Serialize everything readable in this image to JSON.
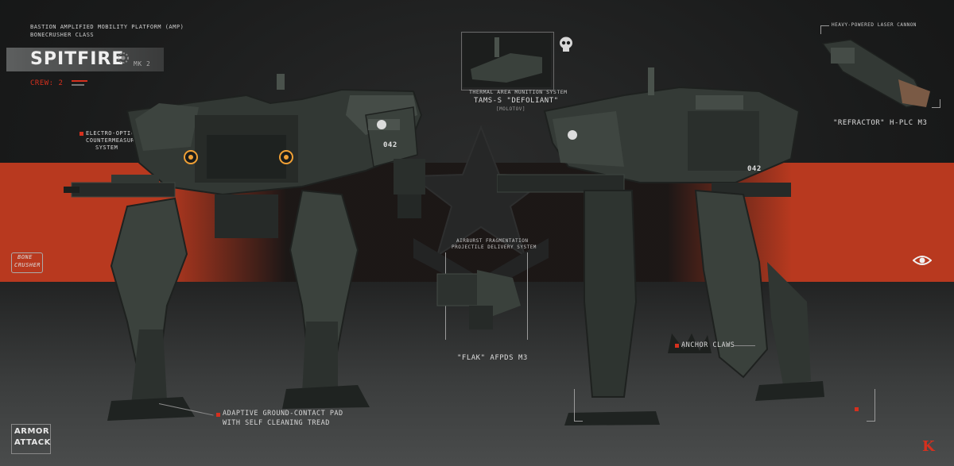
{
  "header": {
    "line1": "BASTION AMPLIFIED MOBILITY PLATFORM (AMP)",
    "line2": "BONECRUSHER CLASS",
    "title": "SPITFIRE",
    "mark": "MK 2",
    "crew_label": "CREW: 2"
  },
  "callouts": {
    "eo_line1": "ELECTRO-OPTICAL",
    "eo_line2": "COUNTERMEASURE",
    "eo_line3": "SYSTEM",
    "tams_caption": "THERMAL AREA MUNITION SYSTEM",
    "tams_name": "TAMS-S \"DEFOLIANT\"",
    "tams_sub": "[MOLOTOV]",
    "laser_caption": "HEAVY-POWERED LASER CANNON",
    "laser_name": "\"REFRACTOR\" H-PLC M3",
    "flak_caption1": "AIRBURST FRAGMENTATION",
    "flak_caption2": "PROJECTILE DELIVERY SYSTEM",
    "flak_name": "\"FLAK\" AFPDS M3",
    "anchor": "ANCHOR CLAWS",
    "pad_line1": "ADAPTIVE GROUND-CONTACT PAD",
    "pad_line2": "WITH SELF CLEANING TREAD"
  },
  "badges": {
    "bone_line1": "BONE",
    "bone_line2": "CRUSHER",
    "armor_line1": "ARMOR",
    "armor_line2": "ATTACK",
    "artist": "K",
    "hull_number_front": "042",
    "hull_number_back": "042"
  },
  "colors": {
    "accent_red": "#b8391f",
    "bullet_red": "#d5301e",
    "mech_dark": "#2b302d",
    "mech_mid": "#3b413d",
    "mech_light": "#5a615c",
    "eye_glow": "#f0a035"
  },
  "icons": [
    "skull-icon",
    "star-emblem-icon",
    "eye-icon",
    "gear-icon"
  ]
}
